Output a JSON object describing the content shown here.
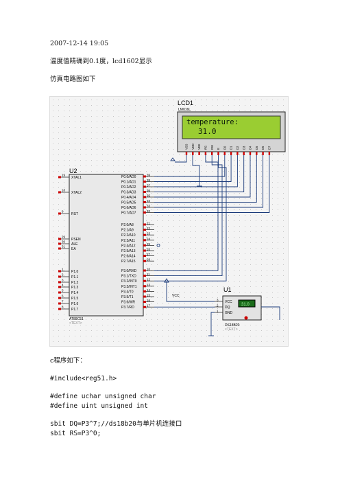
{
  "document": {
    "timestamp": "2007-12-14 19:05",
    "description": "温度值精确到0.1度，lcd1602显示",
    "figure_caption": "仿真电路图如下",
    "code_intro": "c程序如下：",
    "code_lines": [
      "#include<reg51.h>",
      "#define uchar unsigned char",
      "#define uint unsigned int",
      "sbit DQ=P3^7;//ds18b20与单片机连接口",
      "sbit RS=P3^0;"
    ]
  },
  "schematic": {
    "lcd": {
      "ref": "LCD1",
      "model": "LM016L",
      "line1": "temperature:",
      "line2": "31.0",
      "pins": [
        "VSS",
        "VDD",
        "VEE",
        "RS",
        "RW",
        "E",
        "D0",
        "D1",
        "D2",
        "D3",
        "D4",
        "D5",
        "D6",
        "D7"
      ]
    },
    "mcu": {
      "ref": "U2",
      "model": "AT89C51",
      "text_tag": "<TEXT>",
      "left_pins": [
        {
          "num": "19",
          "name": "XTAL1"
        },
        {
          "num": "18",
          "name": "XTAL2"
        },
        {
          "num": "9",
          "name": "RST"
        },
        {
          "num": "29",
          "name": "PSEN"
        },
        {
          "num": "30",
          "name": "ALE"
        },
        {
          "num": "31",
          "name": "EA"
        },
        {
          "num": "1",
          "name": "P1.0"
        },
        {
          "num": "2",
          "name": "P1.1"
        },
        {
          "num": "3",
          "name": "P1.2"
        },
        {
          "num": "4",
          "name": "P1.3"
        },
        {
          "num": "5",
          "name": "P1.4"
        },
        {
          "num": "6",
          "name": "P1.5"
        },
        {
          "num": "7",
          "name": "P1.6"
        },
        {
          "num": "8",
          "name": "P1.7"
        }
      ],
      "right_pins": [
        {
          "num": "39",
          "name": "P0.0/AD0"
        },
        {
          "num": "38",
          "name": "P0.1/AD1"
        },
        {
          "num": "37",
          "name": "P0.2/AD2"
        },
        {
          "num": "36",
          "name": "P0.3/AD3"
        },
        {
          "num": "35",
          "name": "P0.4/AD4"
        },
        {
          "num": "34",
          "name": "P0.5/AD5"
        },
        {
          "num": "33",
          "name": "P0.6/AD6"
        },
        {
          "num": "32",
          "name": "P0.7/AD7"
        },
        {
          "num": "21",
          "name": "P2.0/A8"
        },
        {
          "num": "22",
          "name": "P2.1/A9"
        },
        {
          "num": "23",
          "name": "P2.2/A10"
        },
        {
          "num": "24",
          "name": "P2.3/A11"
        },
        {
          "num": "25",
          "name": "P2.4/A12"
        },
        {
          "num": "26",
          "name": "P2.5/A13"
        },
        {
          "num": "27",
          "name": "P2.6/A14"
        },
        {
          "num": "28",
          "name": "P2.7/A15"
        },
        {
          "num": "10",
          "name": "P3.0/RXD"
        },
        {
          "num": "11",
          "name": "P3.1/TXD"
        },
        {
          "num": "12",
          "name": "P3.2/INT0"
        },
        {
          "num": "13",
          "name": "P3.3/INT1"
        },
        {
          "num": "14",
          "name": "P3.4/T0"
        },
        {
          "num": "15",
          "name": "P3.5/T1"
        },
        {
          "num": "16",
          "name": "P3.6/WR"
        },
        {
          "num": "17",
          "name": "P3.7/RD"
        }
      ]
    },
    "sensor": {
      "ref": "U1",
      "model": "DS18B20",
      "text_tag": "<TEXT>",
      "display": "31.0",
      "pins": [
        {
          "num": "3",
          "name": "VCC"
        },
        {
          "num": "2",
          "name": "DQ"
        },
        {
          "num": "1",
          "name": "GND"
        }
      ]
    },
    "vcc_label": "VCC",
    "colors": {
      "grid_dot": "#b8b8b8",
      "wire": "#1a3a7a",
      "pin_red": "#cc0000",
      "lcd_bg": "#9acd32",
      "lcd_text": "#0b1a0b",
      "sensor_display_bg": "#1a6b1a"
    }
  }
}
